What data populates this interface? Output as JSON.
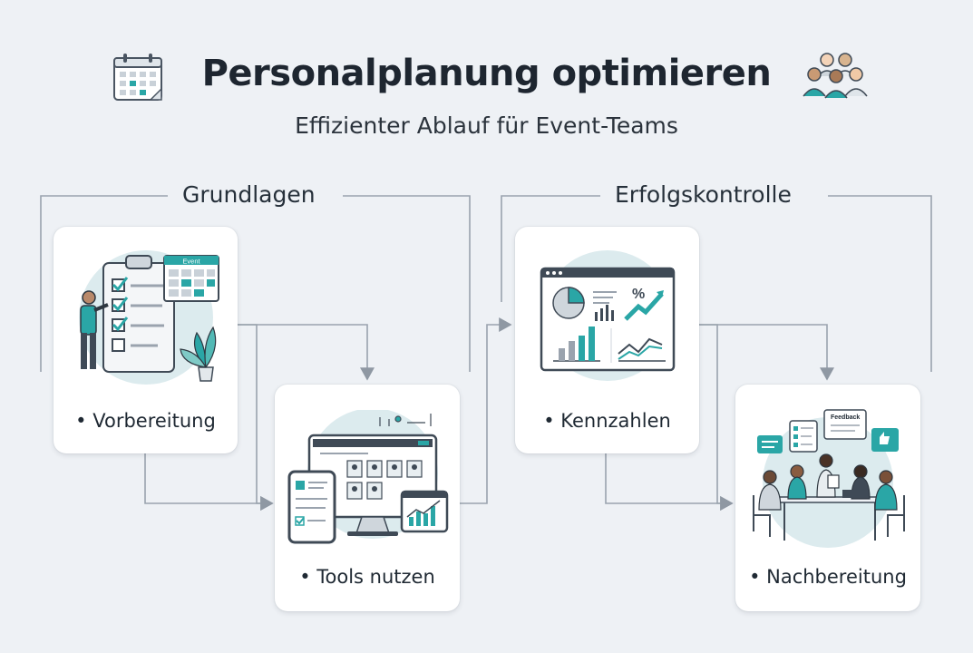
{
  "header": {
    "title": "Personalplanung optimieren",
    "subtitle": "Effizienter Ablauf für Event-Teams"
  },
  "groups": [
    {
      "label": "Grundlagen"
    },
    {
      "label": "Erfolgskontrolle"
    }
  ],
  "cards": [
    {
      "label": "• Vorbereitung",
      "illustration": "checklist-calendar-person",
      "calendar_tag": "Event"
    },
    {
      "label": "• Tools nutzen",
      "illustration": "devices-staff-dashboard"
    },
    {
      "label": "• Kennzahlen",
      "illustration": "analytics-dashboard"
    },
    {
      "label": "• Nachbereitung",
      "illustration": "team-meeting-feedback",
      "bubble_text": "Feedback"
    }
  ],
  "icons": {
    "left": "calendar-icon",
    "right": "team-people-icon"
  },
  "colors": {
    "accent": "#2aa6a6",
    "line": "#9aa3ae",
    "background": "#eef1f5",
    "card": "#ffffff"
  }
}
